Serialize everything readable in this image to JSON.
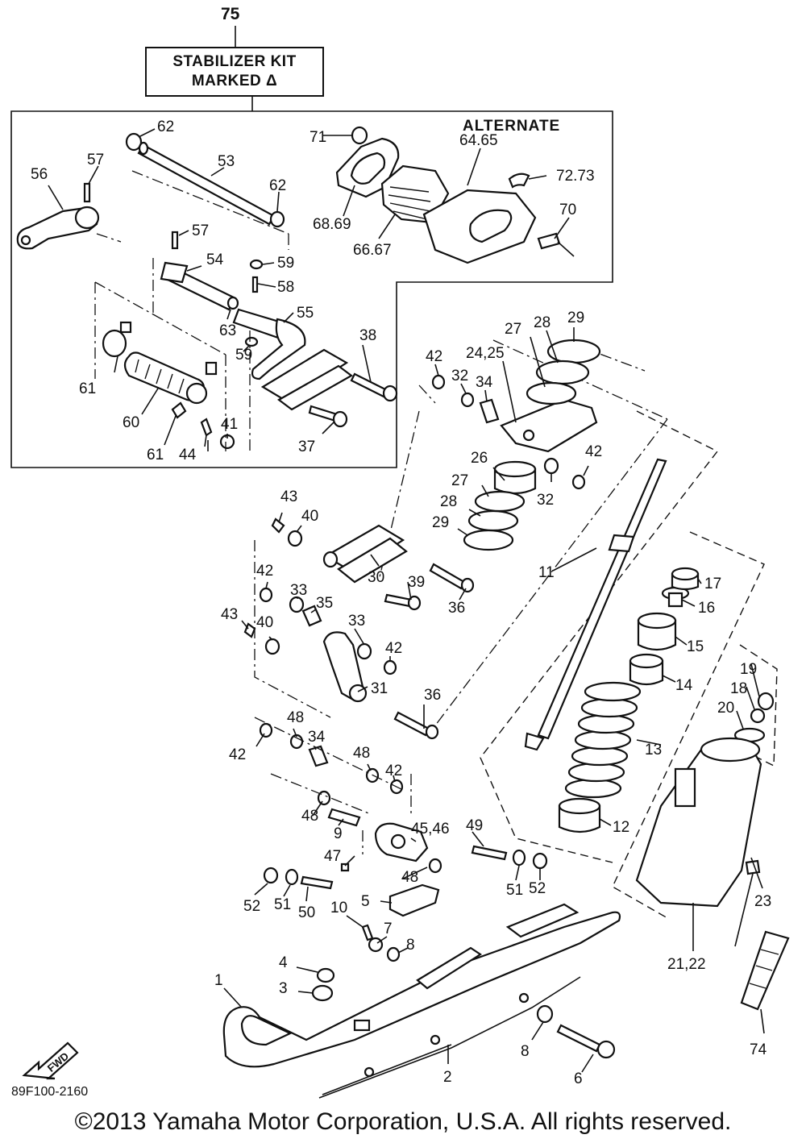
{
  "kit": {
    "number": "75",
    "title_line1": "STABILIZER KIT",
    "title_line2": "MARKED Δ",
    "alternate_label": "ALTERNATE"
  },
  "callouts": {
    "c1": "1",
    "c2": "2",
    "c3": "3",
    "c4": "4",
    "c5": "5",
    "c6": "6",
    "c7": "7",
    "c8a": "8",
    "c8b": "8",
    "c9": "9",
    "c10": "10",
    "c11": "11",
    "c12": "12",
    "c13": "13",
    "c14": "14",
    "c15": "15",
    "c16": "16",
    "c17": "17",
    "c18": "18",
    "c19": "19",
    "c20": "20",
    "c21_22": "21,22",
    "c23": "23",
    "c24_25": "24,25",
    "c26": "26",
    "c27a": "27",
    "c27b": "27",
    "c28a": "28",
    "c28b": "28",
    "c29a": "29",
    "c29b": "29",
    "c30": "30",
    "c31": "31",
    "c32a": "32",
    "c32b": "32",
    "c33a": "33",
    "c33b": "33",
    "c34a": "34",
    "c34b": "34",
    "c35": "35",
    "c36a": "36",
    "c36b": "36",
    "c37": "37",
    "c38": "38",
    "c39": "39",
    "c40a": "40",
    "c40b": "40",
    "c41": "41",
    "c42a": "42",
    "c42b": "42",
    "c42c": "42",
    "c42d": "42",
    "c42e": "42",
    "c42f": "42",
    "c43a": "43",
    "c43b": "43",
    "c44": "44",
    "c45_46": "45,46",
    "c47": "47",
    "c48a": "48",
    "c48b": "48",
    "c48c": "48",
    "c48d": "48",
    "c49": "49",
    "c50": "50",
    "c51a": "51",
    "c51b": "51",
    "c52a": "52",
    "c52b": "52",
    "c53": "53",
    "c54": "54",
    "c55": "55",
    "c56": "56",
    "c57a": "57",
    "c57b": "57",
    "c58": "58",
    "c59a": "59",
    "c59b": "59",
    "c60": "60",
    "c61a": "61",
    "c61b": "61",
    "c62a": "62",
    "c62b": "62",
    "c63": "63",
    "c64_65": "64.65",
    "c66_67": "66.67",
    "c68_69": "68.69",
    "c70": "70",
    "c71": "71",
    "c72_73": "72.73",
    "c74": "74"
  },
  "fwd_label": "FWD",
  "diagram_code": "89F100-2160",
  "copyright": "©2013 Yamaha Motor Corporation, U.S.A. All rights reserved."
}
